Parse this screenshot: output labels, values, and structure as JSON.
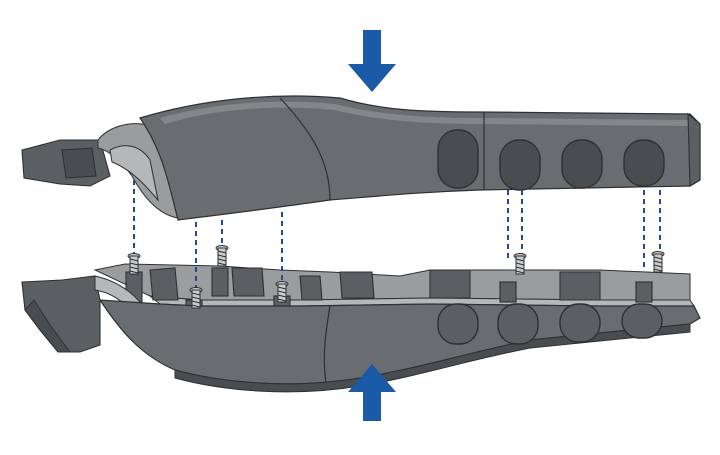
{
  "figure": {
    "kind": "exploded-assembly-illustration",
    "parts": [
      {
        "id": "upper-shell",
        "icon": "upper-housing-half"
      },
      {
        "id": "lower-shell",
        "icon": "lower-housing-half"
      }
    ],
    "screws": 6,
    "grip_ribs_per_half": 4,
    "alignment_lines": 8,
    "arrows": [
      {
        "id": "press-down-arrow",
        "direction": "down"
      },
      {
        "id": "press-up-arrow",
        "direction": "up"
      }
    ]
  },
  "colors": {
    "background": "#ffffff",
    "shell_outer": "#6a6d70",
    "shell_mid": "#5c5f62",
    "shell_dark": "#4a4d50",
    "shell_inner": "#9a9c9e",
    "shell_light": "#b5b7b9",
    "outline": "#2e3033",
    "screw": "#c9cbcd",
    "guide_line": "#1f4e8c",
    "arrow": "#1a5aa6"
  }
}
